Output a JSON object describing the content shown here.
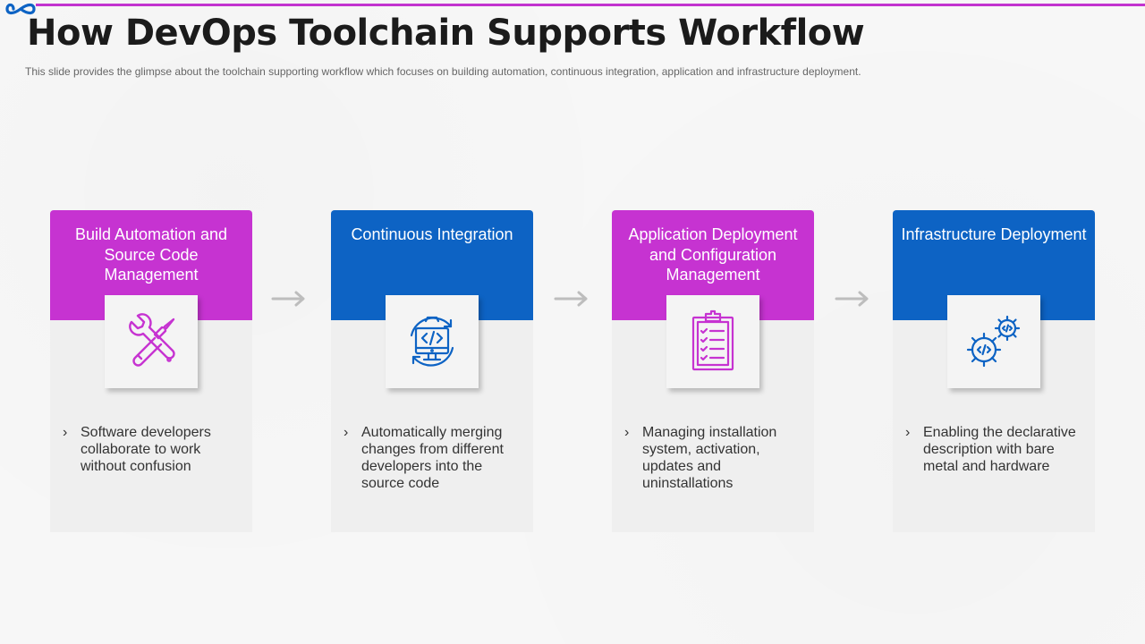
{
  "slide": {
    "title": "How DevOps Toolchain Supports Workflow",
    "subtitle": "This slide provides  the glimpse about the toolchain supporting  workflow  which focuses on building automation,  continuous integration,  application and infrastructure  deployment."
  },
  "colors": {
    "accent_magenta": "#c633d1",
    "accent_blue": "#0d63c4",
    "card_body": "#efefef",
    "arrow_gray": "#bdbdbd"
  },
  "cards": [
    {
      "title": "Build Automation and Source Code Management",
      "icon": "tools-icon",
      "bullet": "Software developers collaborate to work without  confusion"
    },
    {
      "title": "Continuous Integration",
      "icon": "code-monitor-icon",
      "bullet": "Automatically merging changes from different developers into the source code"
    },
    {
      "title": "Application Deployment and Configuration Management",
      "icon": "checklist-icon",
      "bullet": "Managing installation system,  activation, updates and uninstallations"
    },
    {
      "title": "Infrastructure Deployment",
      "icon": "code-gears-icon",
      "bullet": "Enabling the declarative description with bare metal and hardware"
    }
  ],
  "bullet_marker": "›"
}
